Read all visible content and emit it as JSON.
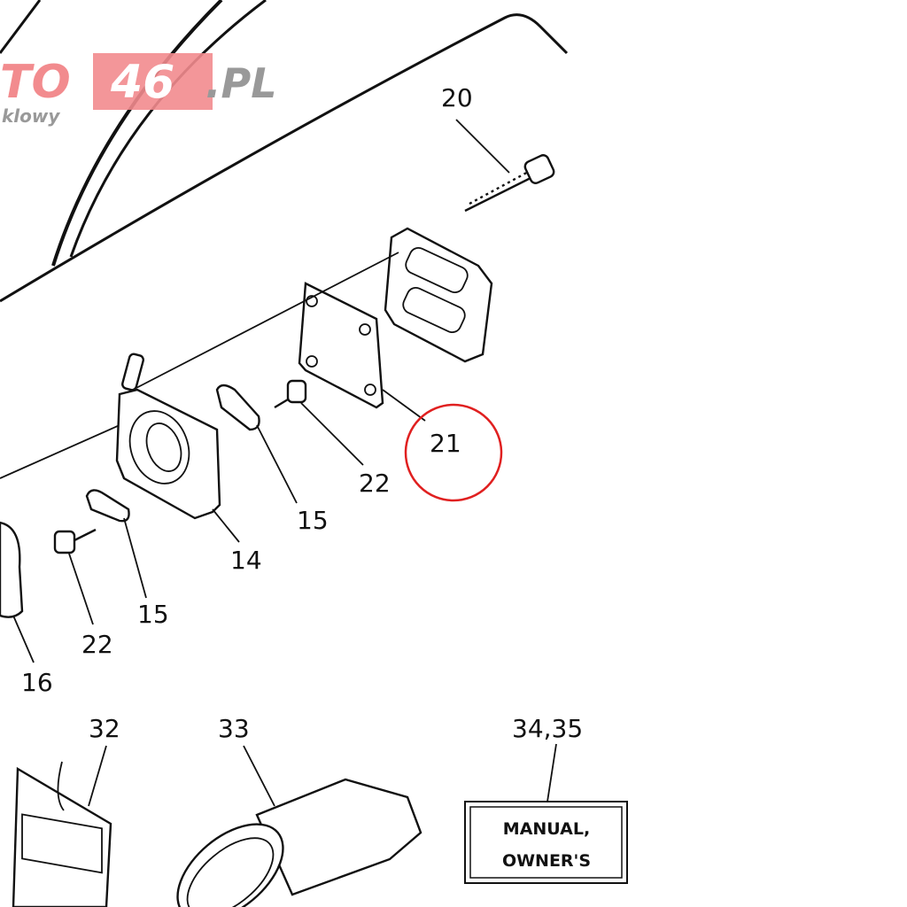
{
  "watermark": {
    "brand_left": "TO",
    "brand_num": "46",
    "brand_domain": ".PL",
    "subtitle": "klowy",
    "color": "#f28b8e"
  },
  "callouts": [
    {
      "id": "part-20",
      "label": "20"
    },
    {
      "id": "part-21",
      "label": "21",
      "highlighted": true
    },
    {
      "id": "part-22a",
      "label": "22"
    },
    {
      "id": "part-15a",
      "label": "15"
    },
    {
      "id": "part-14",
      "label": "14"
    },
    {
      "id": "part-15b",
      "label": "15"
    },
    {
      "id": "part-22b",
      "label": "22"
    },
    {
      "id": "part-16",
      "label": "16"
    },
    {
      "id": "part-32",
      "label": "32"
    },
    {
      "id": "part-33",
      "label": "33"
    },
    {
      "id": "part-3435",
      "label": "34,35"
    }
  ],
  "manual_box": {
    "line1": "MANUAL,",
    "line2": "OWNER'S"
  },
  "highlight_color": "#e02020"
}
